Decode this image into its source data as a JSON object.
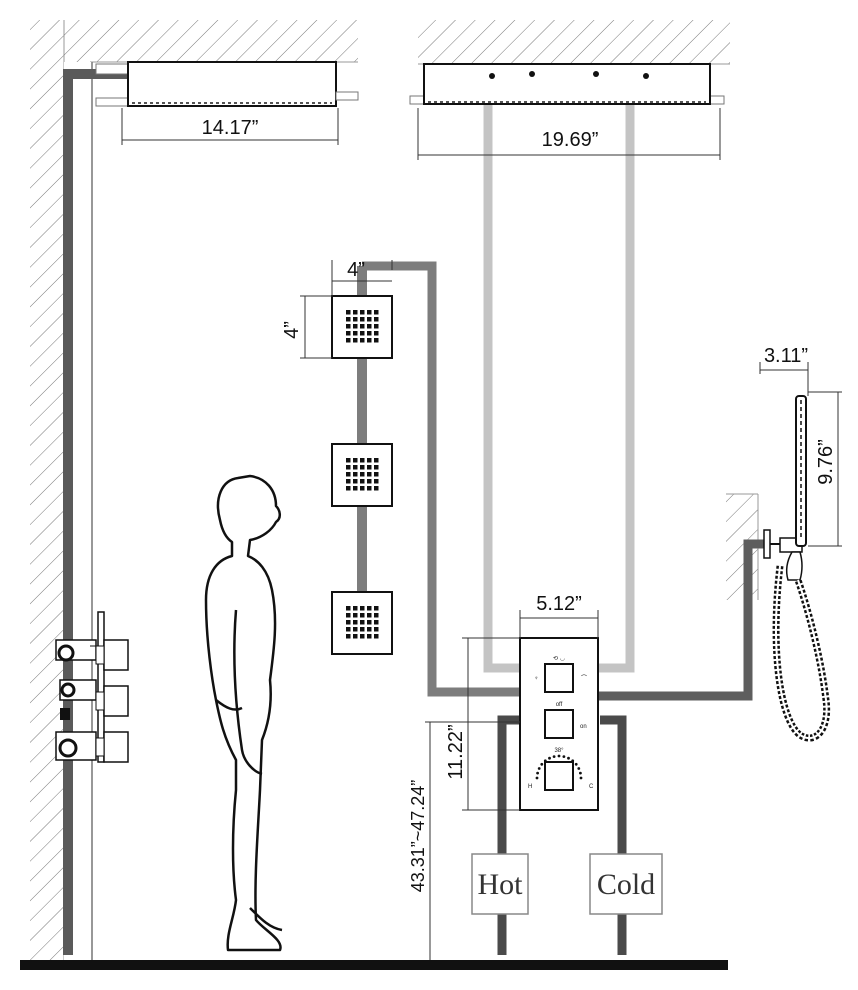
{
  "dimensions": {
    "overhead_side_width": "14.17”",
    "overhead_front_width": "19.69”",
    "jet_width": "4”",
    "jet_height": "4”",
    "handheld_width": "3.11”",
    "handheld_height": "9.76”",
    "valve_width": "5.12”",
    "valve_height": "11.22”",
    "valve_mount_height": "43.31”~47.24”"
  },
  "inlets": {
    "hot": "Hot",
    "cold": "Cold"
  },
  "valve_panel": {
    "temperature_mark": "38°",
    "hot_mark": "H",
    "cold_mark": "C"
  },
  "colors": {
    "outline": "#111111",
    "pipe_dark": "#4a4a4a",
    "pipe_mid": "#7d7d7d",
    "pipe_light": "#bdbdbd",
    "hatch": "#777777",
    "floor": "#111111"
  }
}
